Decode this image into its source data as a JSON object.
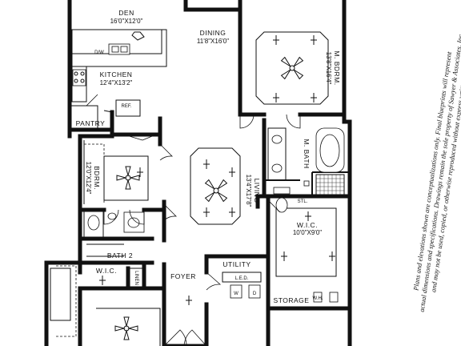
{
  "rooms": {
    "den": {
      "name": "DEN",
      "dim": "16'0\"X12'0\""
    },
    "dining": {
      "name": "DINING",
      "dim": "11'8\"X16'0\""
    },
    "kitchen": {
      "name": "KITCHEN",
      "dim": "12'4\"X13'2\""
    },
    "pantry": {
      "name": "PANTRY"
    },
    "m_bdrm": {
      "name": "M. BDRM.",
      "dim": "13'8\"X16'4\""
    },
    "bdrm2": {
      "name": "BDRM.",
      "dim": "12'0\"X12'4\""
    },
    "living": {
      "name": "LIVING",
      "dim": "13'4\"X17'8\""
    },
    "m_bath": {
      "name": "M. BATH"
    },
    "bath2": {
      "name": "BATH 2"
    },
    "wic_master": {
      "name": "W.I.C.",
      "dim": "10'0\"X9'0\""
    },
    "wic_small": {
      "name": "W.I.C."
    },
    "linen": {
      "name": "LINEN"
    },
    "foyer": {
      "name": "FOYER"
    },
    "utility": {
      "name": "UTILITY"
    },
    "storage": {
      "name": "STORAGE"
    }
  },
  "fixtures": {
    "dw": "D/W",
    "ref": "REF.",
    "wtr_htr": "W.H.",
    "led": "L.E.D.",
    "washer": "W",
    "dryer": "D",
    "stl": "STL."
  },
  "disclaimer": [
    "Plans and elevations shown are conceptualizations only. Final blueprints will represent",
    "actual dimensions and specifications. Drawings remain the sole property of Sawyer & Associates, Inc.",
    "and may not be used, copied, or otherwise reproduced without express written consent."
  ]
}
